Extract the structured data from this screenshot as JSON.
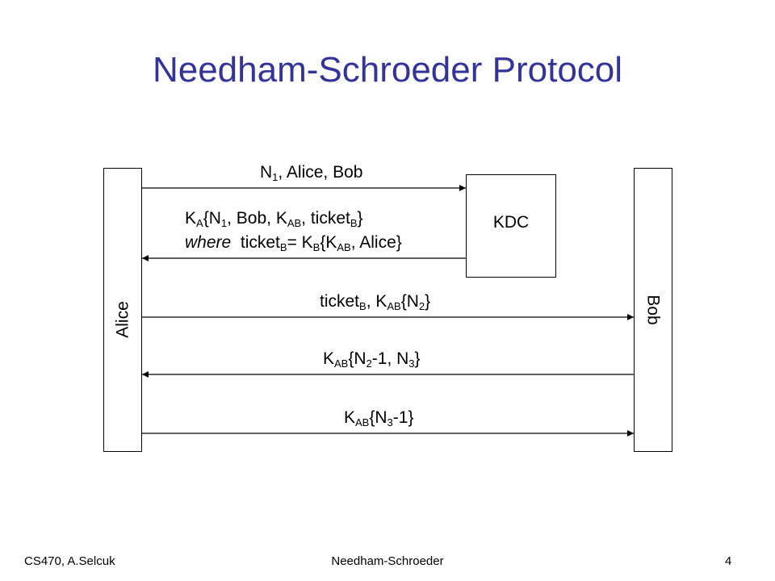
{
  "title": "Needham-Schroeder Protocol",
  "participants": {
    "alice": "Alice",
    "bob": "Bob",
    "kdc": "KDC"
  },
  "messages": {
    "m1": [
      "N",
      "1",
      ", Alice, Bob"
    ],
    "m2_line1": [
      "K",
      "A",
      "{N",
      "1",
      ", Bob, K",
      "AB",
      ", ticket",
      "B",
      "}"
    ],
    "m2_line2": [
      "where",
      "  ticket",
      "B",
      "= K",
      "B",
      "{K",
      "AB",
      ", Alice}"
    ],
    "m3": [
      "ticket",
      "B",
      ", K",
      "AB",
      "{N",
      "2",
      "}"
    ],
    "m4": [
      "K",
      "AB",
      "{N",
      "2",
      "-1, N",
      "3",
      "}"
    ],
    "m5": [
      "K",
      "AB",
      "{N",
      "3",
      "-1}"
    ]
  },
  "footer": {
    "left": "CS470, A.Selcuk",
    "center": "Needham-Schroeder",
    "right": "4"
  },
  "colors": {
    "title": "#333399",
    "lines": "#000000"
  }
}
